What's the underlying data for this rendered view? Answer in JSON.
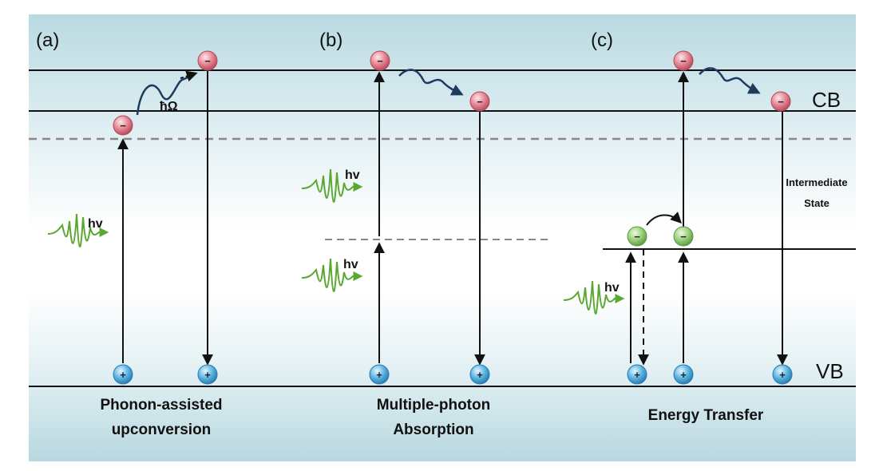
{
  "panels": {
    "a": {
      "label": "(a)",
      "caption_line1": "Phonon-assisted",
      "caption_line2": "upconversion",
      "photon_label": "hv",
      "phonon_label": "ħΩ"
    },
    "b": {
      "label": "(b)",
      "caption_line1": "Multiple-photon",
      "caption_line2": "Absorption",
      "photon_label_upper": "hv",
      "photon_label_lower": "hv"
    },
    "c": {
      "label": "(c)",
      "caption_line1": "Energy Transfer",
      "photon_label": "hv",
      "state_line1": "Intermediate",
      "state_line2": "State"
    }
  },
  "bands": {
    "conduction": "CB",
    "valence": "VB"
  },
  "symbols": {
    "electron": "−",
    "hole": "+"
  },
  "colors": {
    "electron": "#e0707e",
    "hole": "#4aa8d8",
    "intermediate_electron": "#8cc76a",
    "photon_wave": "#5aa832",
    "phonon_wave": "#1f3a5f",
    "dashed_level": "#888888",
    "background_band": "#cfe6ec"
  }
}
